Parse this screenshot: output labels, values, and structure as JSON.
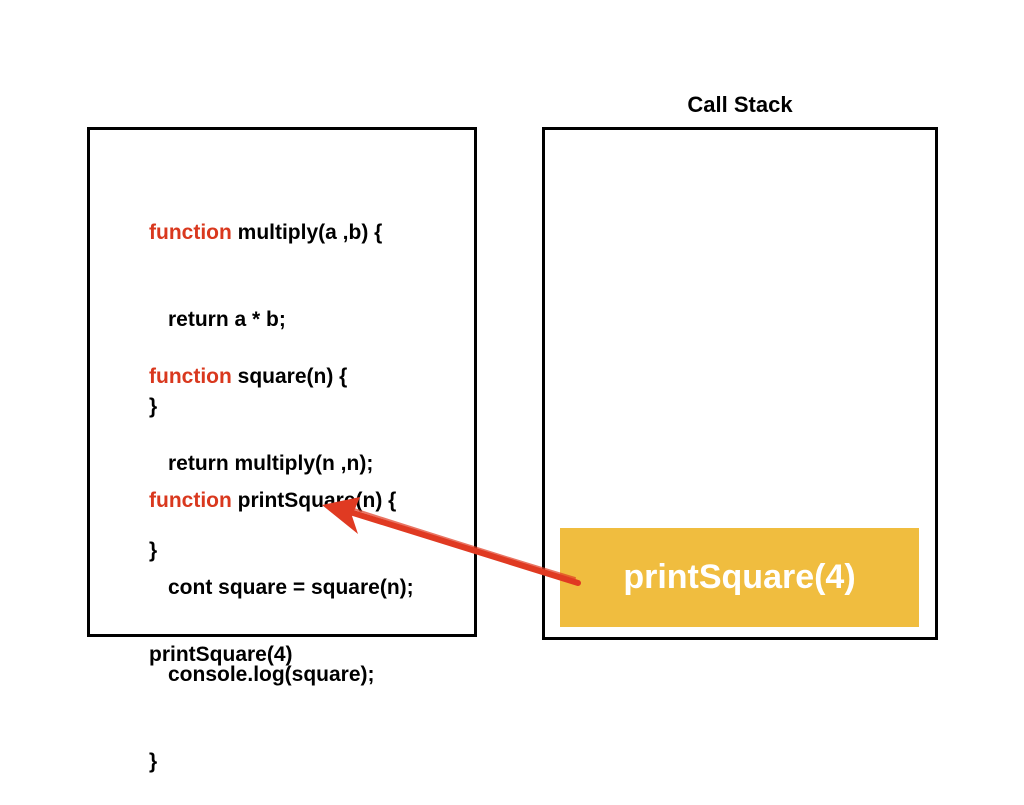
{
  "call_stack": {
    "title": "Call Stack",
    "frames": [
      {
        "label": "printSquare(4)"
      }
    ]
  },
  "code": {
    "keyword_color": "#d9381e",
    "blocks": [
      {
        "lines": [
          {
            "keyword": "function",
            "text": " multiply(a ,b) {"
          },
          {
            "keyword": "",
            "text": "return a * b;"
          },
          {
            "keyword": "",
            "text": "}"
          }
        ]
      },
      {
        "lines": [
          {
            "keyword": "function",
            "text": " square(n) {"
          },
          {
            "keyword": "",
            "text": "return multiply(n ,n);"
          },
          {
            "keyword": "",
            "text": "}"
          }
        ]
      },
      {
        "lines": [
          {
            "keyword": "function",
            "text": " printSquare(n) {"
          },
          {
            "keyword": "",
            "text": "cont square = square(n);"
          },
          {
            "keyword": "",
            "text": "console.log(square);"
          },
          {
            "keyword": "",
            "text": "}"
          }
        ]
      },
      {
        "lines": [
          {
            "keyword": "",
            "text": "printSquare(4)"
          }
        ]
      }
    ]
  },
  "colors": {
    "frame_fill": "#f0bd3f",
    "frame_text": "#ffffff",
    "arrow": "#e03a22"
  }
}
